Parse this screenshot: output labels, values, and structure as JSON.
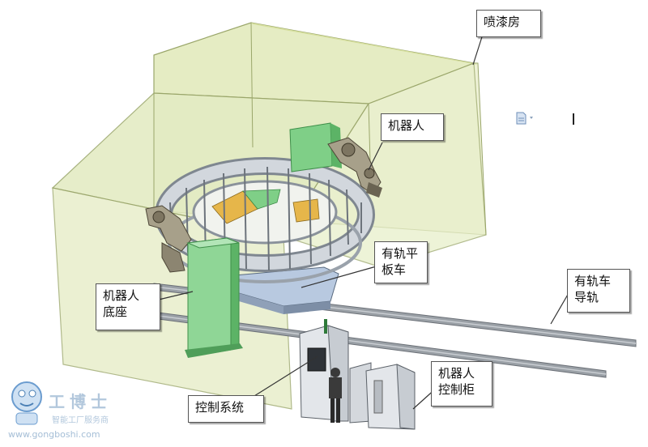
{
  "labels": {
    "paint_booth": "喷漆房",
    "robot": "机器人",
    "rail_flatcar_line1": "有轨平",
    "rail_flatcar_line2": "板车",
    "rail_guide_line1": "有轨车",
    "rail_guide_line2": "导轨",
    "robot_base_line1": "机器人",
    "robot_base_line2": "底座",
    "control_system": "控制系统",
    "robot_cabinet_line1": "机器人",
    "robot_cabinet_line2": "控制柜"
  },
  "watermark": {
    "brand": "工博士",
    "tagline": "智能工厂服务商",
    "url": "www.gongboshi.com"
  },
  "colors": {
    "booth_fill": "#e8efc9",
    "booth_edge": "#9aa66a",
    "column_green": "#7fcf87",
    "ring_gray": "#c8ced6",
    "rail_gray": "#8a8f96",
    "cabinet_gray": "#d9dde2"
  },
  "icons": [
    "document-icon",
    "text-cursor-icon",
    "worker-figure",
    "robot-arm-icon",
    "robot-mascot-logo"
  ]
}
